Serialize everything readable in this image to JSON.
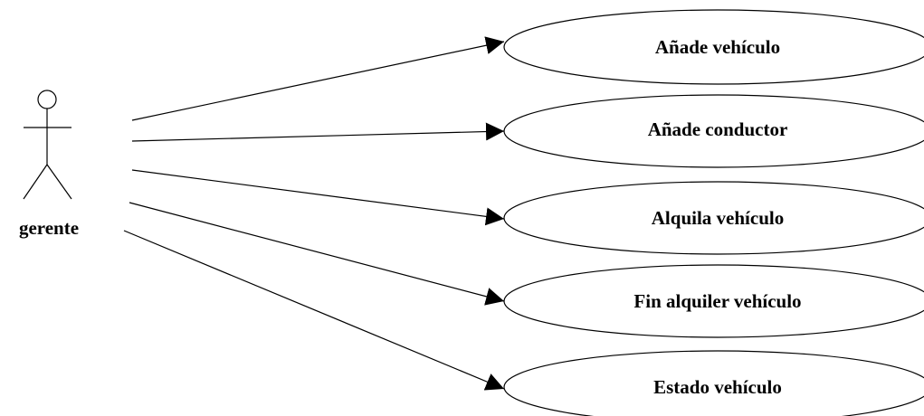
{
  "actor": {
    "name": "gerente"
  },
  "use_cases": [
    {
      "label": "Añade vehículo"
    },
    {
      "label": "Añade conductor"
    },
    {
      "label": "Alquila vehículo"
    },
    {
      "label": "Fin alquiler vehículo"
    },
    {
      "label": "Estado vehículo"
    }
  ]
}
